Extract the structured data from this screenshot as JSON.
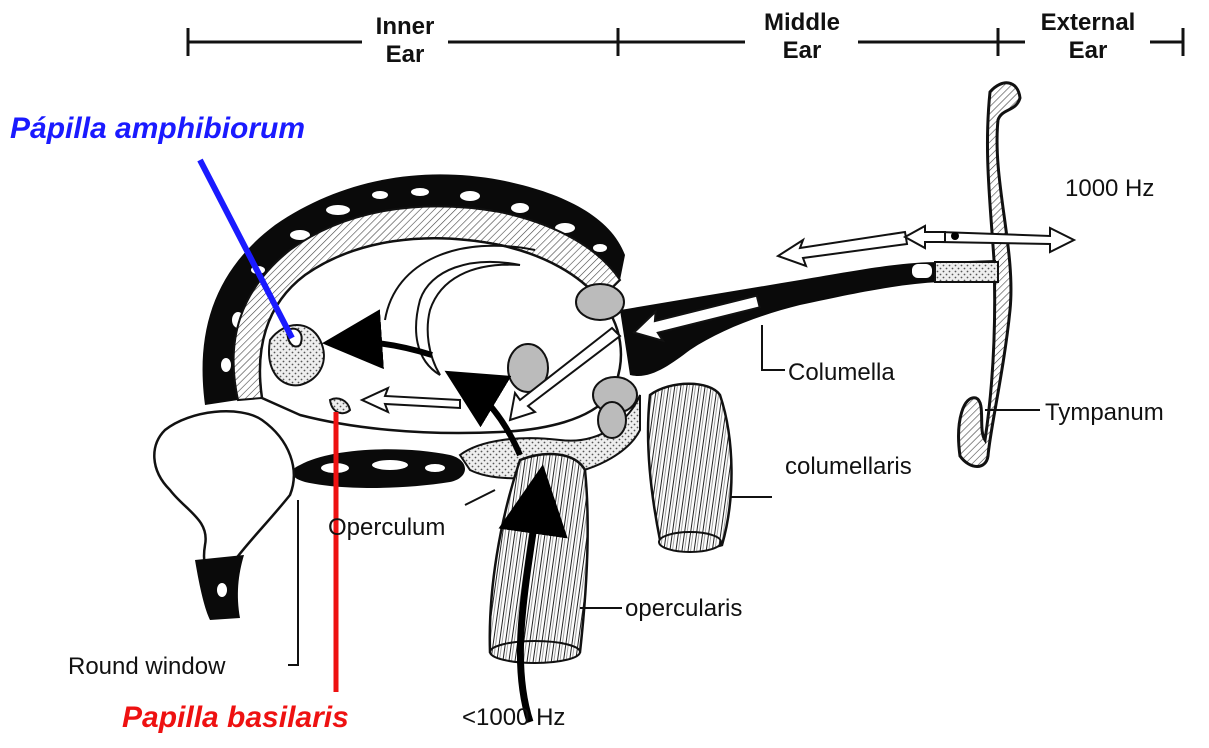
{
  "header": {
    "inner_ear": [
      "Inner",
      "Ear"
    ],
    "middle_ear": [
      "Middle",
      "Ear"
    ],
    "external_ear": [
      "External",
      "Ear"
    ]
  },
  "labels": {
    "freq_high": "1000 Hz",
    "freq_low": "<1000 Hz",
    "columella": "Columella",
    "tympanum": "Tympanum",
    "columellaris": "columellaris",
    "operculum": "Operculum",
    "opercularis": "opercularis",
    "round_window": "Round window"
  },
  "annotations": {
    "papilla_amphibiorum": "Pápilla amphibiorum",
    "papilla_basilaris": "Papilla basilaris"
  },
  "colors": {
    "annotation_blue": "#1a1aff",
    "annotation_red": "#ee1111",
    "ink": "#111111"
  }
}
